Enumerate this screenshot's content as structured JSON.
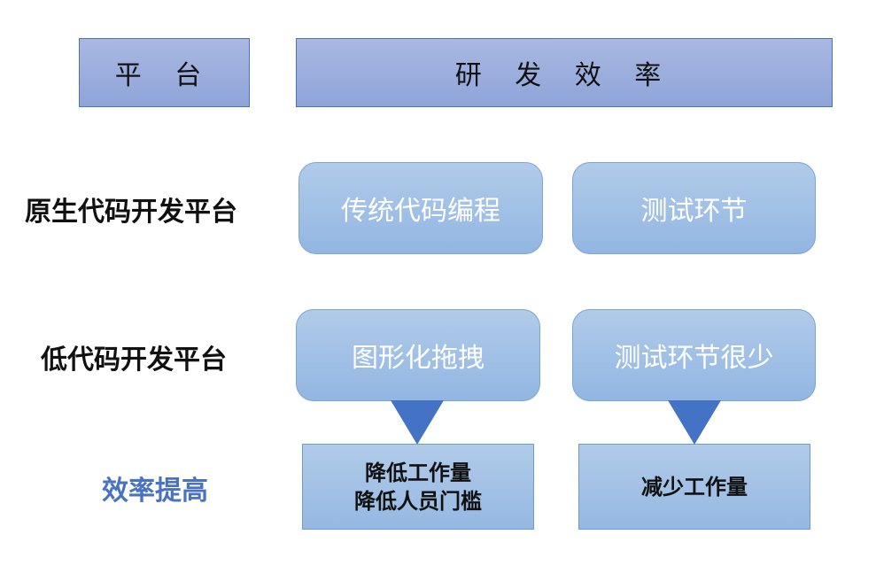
{
  "header": {
    "platform": "平 台",
    "efficiency": "研 发 效 率"
  },
  "rows": [
    {
      "label": "原生代码开发平台",
      "dev_method": "传统代码编程",
      "testing": "测试环节"
    },
    {
      "label": "低代码开发平台",
      "dev_method": "图形化拖拽",
      "testing": "测试环节很少"
    }
  ],
  "result": {
    "label": "效率提高",
    "dev_benefit_lines": [
      "降低工作量",
      "降低人员门槛"
    ],
    "test_benefit": "减少工作量"
  },
  "colors": {
    "header_fill": "#9aaedd",
    "box_fill": "#a3c1e6",
    "arrow": "#4472c4",
    "result_label": "#4a72c4"
  }
}
